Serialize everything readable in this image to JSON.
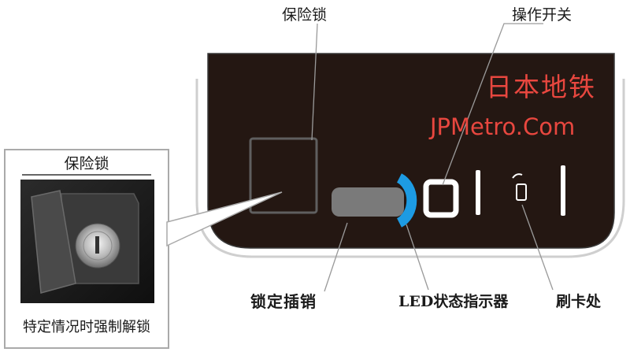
{
  "labels": {
    "safety_lock_top": "保险锁",
    "operation_switch": "操作开关",
    "lock_pin": "锁定插销",
    "led_indicator": "LED状态指示器",
    "card_reader": "刷卡处",
    "safety_lock_inset": "保险锁",
    "forced_release": "特定情况时强制解锁"
  },
  "watermark": {
    "line1": "日本地铁",
    "line2": "JPMetro.Com"
  },
  "colors": {
    "panel": "#241712",
    "panel_frame": "#d9d9d9",
    "led_blue": "#1d9be3",
    "pin_gray": "#7a7a7a",
    "watermark": "#e8473f"
  }
}
